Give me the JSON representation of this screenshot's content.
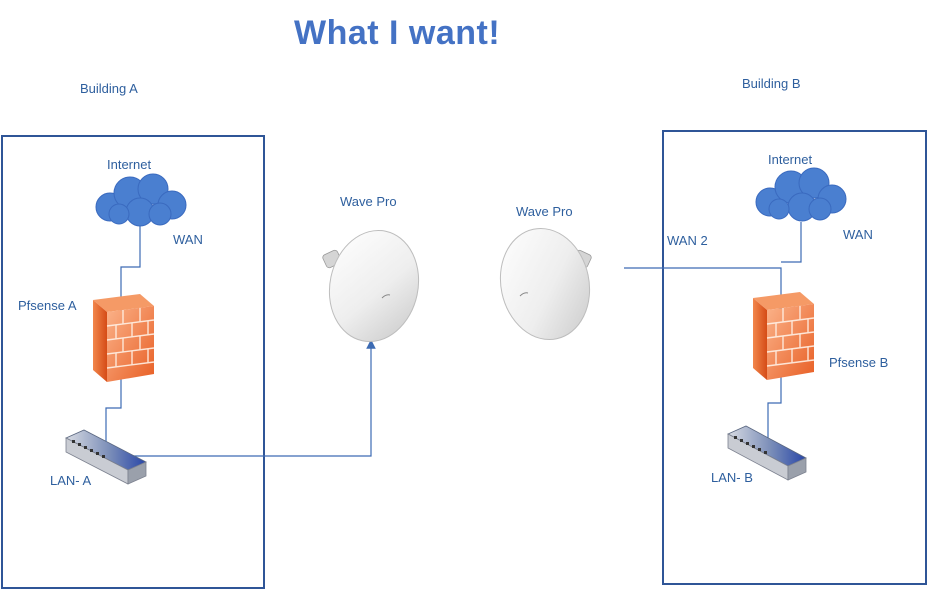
{
  "title": "What I want!",
  "building_a": {
    "label": "Building A",
    "internet": "Internet",
    "wan": "WAN",
    "firewall": "Pfsense A",
    "lan": "LAN- A"
  },
  "building_b": {
    "label": "Building B",
    "internet": "Internet",
    "wan": "WAN",
    "wan2": "WAN 2",
    "firewall": "Pfsense B",
    "lan": "LAN- B"
  },
  "bridge": {
    "left_radio": "Wave Pro",
    "right_radio": "Wave Pro"
  },
  "colors": {
    "title": "#4472c4",
    "text": "#2e5f9e",
    "box_border": "#2f5597",
    "cloud": "#4a7fd0",
    "firewall": "#f07a3c",
    "link_line": "#3d6bb3"
  }
}
